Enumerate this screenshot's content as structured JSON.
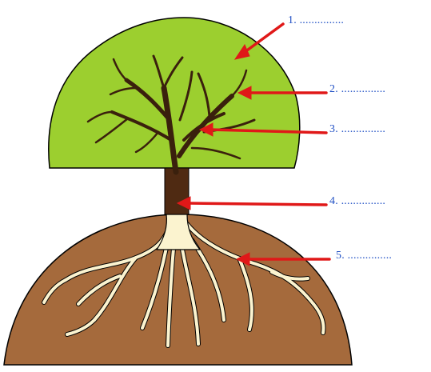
{
  "labels": [
    {
      "number": "1.",
      "blank": "..............."
    },
    {
      "number": "2.",
      "blank": "..............."
    },
    {
      "number": "3.",
      "blank": "..............."
    },
    {
      "number": "4.",
      "blank": "..............."
    },
    {
      "number": "5.",
      "blank": "..............."
    }
  ],
  "colors": {
    "canopy": "#9ccf2f",
    "ground": "#a56a3c",
    "trunk": "#4f2a12",
    "root": "#fbf3cf",
    "arrow": "#e01818",
    "label": "#1f4fc4",
    "outline": "#000000"
  }
}
